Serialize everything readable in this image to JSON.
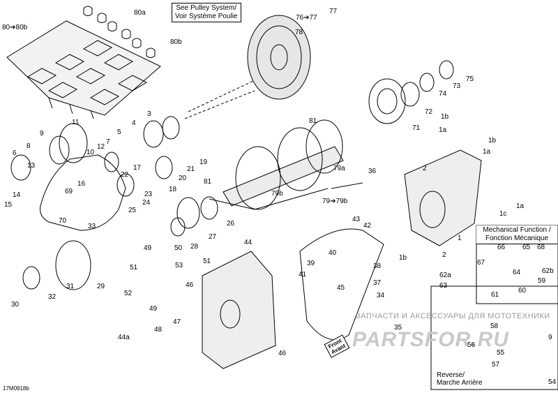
{
  "captions": {
    "pulley_note": "See Pulley System/\nVoir Système Poulie",
    "mechanical": "Mechanical Function /\nFonction Mécanique",
    "reverse": "Reverse/\nMarche Arrière",
    "front": "Front\nAvant",
    "figure_code": "17M0918b"
  },
  "watermark": {
    "line1": "ЗАПЧАСТИ И АКСЕССУАРЫ ДЛЯ МОТОТЕХНИКИ",
    "line2": "PARTSFOR.RU"
  },
  "callouts": [
    {
      "id": "80-80b",
      "text": "80➔80b"
    },
    {
      "id": "80a",
      "text": "80a"
    },
    {
      "id": "80b",
      "text": "80b"
    },
    {
      "id": "76-77",
      "text": "76➔77"
    },
    {
      "id": "77",
      "text": "77"
    },
    {
      "id": "78",
      "text": "78"
    },
    {
      "id": "75",
      "text": "75"
    },
    {
      "id": "73",
      "text": "73"
    },
    {
      "id": "74",
      "text": "74"
    },
    {
      "id": "72",
      "text": "72"
    },
    {
      "id": "71",
      "text": "71"
    },
    {
      "id": "1b-a",
      "text": "1b"
    },
    {
      "id": "1a-a",
      "text": "1a"
    },
    {
      "id": "1b-b",
      "text": "1b"
    },
    {
      "id": "1a-b",
      "text": "1a"
    },
    {
      "id": "1a-c",
      "text": "1a"
    },
    {
      "id": "1c",
      "text": "1c"
    },
    {
      "id": "2-a",
      "text": "2"
    },
    {
      "id": "2-b",
      "text": "2"
    },
    {
      "id": "1",
      "text": "1"
    },
    {
      "id": "1b-c",
      "text": "1b"
    },
    {
      "id": "36",
      "text": "36"
    },
    {
      "id": "81-a",
      "text": "81"
    },
    {
      "id": "81-b",
      "text": "81"
    },
    {
      "id": "79a",
      "text": "79a"
    },
    {
      "id": "79b",
      "text": "79b"
    },
    {
      "id": "79-79b",
      "text": "79➔79b"
    },
    {
      "id": "3",
      "text": "3"
    },
    {
      "id": "4",
      "text": "4"
    },
    {
      "id": "5",
      "text": "5"
    },
    {
      "id": "7",
      "text": "7"
    },
    {
      "id": "12",
      "text": "12"
    },
    {
      "id": "11",
      "text": "11"
    },
    {
      "id": "9",
      "text": "9"
    },
    {
      "id": "8",
      "text": "8"
    },
    {
      "id": "6",
      "text": "6"
    },
    {
      "id": "13",
      "text": "13"
    },
    {
      "id": "10",
      "text": "10"
    },
    {
      "id": "19",
      "text": "19"
    },
    {
      "id": "21",
      "text": "21"
    },
    {
      "id": "20",
      "text": "20"
    },
    {
      "id": "17",
      "text": "17"
    },
    {
      "id": "22",
      "text": "22"
    },
    {
      "id": "18",
      "text": "18"
    },
    {
      "id": "16",
      "text": "16"
    },
    {
      "id": "69",
      "text": "69"
    },
    {
      "id": "23",
      "text": "23"
    },
    {
      "id": "24",
      "text": "24"
    },
    {
      "id": "25",
      "text": "25"
    },
    {
      "id": "14",
      "text": "14"
    },
    {
      "id": "15",
      "text": "15"
    },
    {
      "id": "70",
      "text": "70"
    },
    {
      "id": "33",
      "text": "33"
    },
    {
      "id": "26",
      "text": "26"
    },
    {
      "id": "27",
      "text": "27"
    },
    {
      "id": "28",
      "text": "28"
    },
    {
      "id": "49-a",
      "text": "49"
    },
    {
      "id": "50",
      "text": "50"
    },
    {
      "id": "44",
      "text": "44"
    },
    {
      "id": "51-a",
      "text": "51"
    },
    {
      "id": "51-b",
      "text": "51"
    },
    {
      "id": "53",
      "text": "53"
    },
    {
      "id": "46-a",
      "text": "46"
    },
    {
      "id": "46-b",
      "text": "46"
    },
    {
      "id": "31",
      "text": "31"
    },
    {
      "id": "29",
      "text": "29"
    },
    {
      "id": "32",
      "text": "32"
    },
    {
      "id": "30",
      "text": "30"
    },
    {
      "id": "52",
      "text": "52"
    },
    {
      "id": "49-b",
      "text": "49"
    },
    {
      "id": "47",
      "text": "47"
    },
    {
      "id": "48",
      "text": "48"
    },
    {
      "id": "44a",
      "text": "44a"
    },
    {
      "id": "43",
      "text": "43"
    },
    {
      "id": "42",
      "text": "42"
    },
    {
      "id": "40",
      "text": "40"
    },
    {
      "id": "39",
      "text": "39"
    },
    {
      "id": "41",
      "text": "41"
    },
    {
      "id": "38",
      "text": "38"
    },
    {
      "id": "37",
      "text": "37"
    },
    {
      "id": "34",
      "text": "34"
    },
    {
      "id": "45",
      "text": "45"
    },
    {
      "id": "35",
      "text": "35"
    },
    {
      "id": "66",
      "text": "66"
    },
    {
      "id": "65",
      "text": "65"
    },
    {
      "id": "68",
      "text": "68"
    },
    {
      "id": "62b",
      "text": "62b"
    },
    {
      "id": "67",
      "text": "67"
    },
    {
      "id": "64",
      "text": "64"
    },
    {
      "id": "59",
      "text": "59"
    },
    {
      "id": "60",
      "text": "60"
    },
    {
      "id": "62a",
      "text": "62a"
    },
    {
      "id": "63",
      "text": "63"
    },
    {
      "id": "61",
      "text": "61"
    },
    {
      "id": "58",
      "text": "58"
    },
    {
      "id": "56",
      "text": "56"
    },
    {
      "id": "55",
      "text": "55"
    },
    {
      "id": "57",
      "text": "57"
    },
    {
      "id": "9-r",
      "text": "9"
    },
    {
      "id": "54",
      "text": "54"
    }
  ]
}
